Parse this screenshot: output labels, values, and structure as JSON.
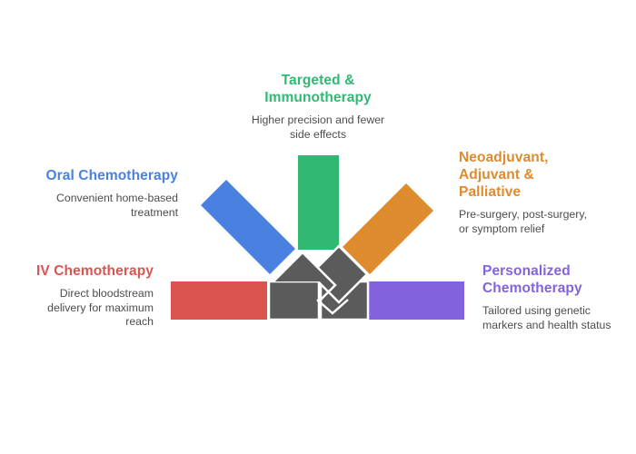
{
  "colors": {
    "background": "#FFFFFF",
    "red": "#DC5450",
    "blue": "#4A80E0",
    "green": "#31B873",
    "orange": "#DE8A2F",
    "purple": "#8363DD",
    "center_gray": "#5B5B5B",
    "knot_line": "#FFFFFF",
    "desc_text": "#4D4D4D"
  },
  "sections": {
    "targeted": {
      "title_lines": [
        "Targeted &",
        "Immunotherapy"
      ],
      "desc_lines": [
        "Higher precision and fewer",
        "side effects"
      ]
    },
    "oral": {
      "title_lines": [
        "Oral Chemotherapy"
      ],
      "desc_lines": [
        "Convenient home-based",
        "treatment"
      ]
    },
    "neoadjuvant": {
      "title_lines": [
        "Neoadjuvant,",
        "Adjuvant &",
        "Palliative"
      ],
      "desc_lines": [
        "Pre-surgery, post-surgery,",
        "or symptom relief"
      ]
    },
    "iv": {
      "title_lines": [
        "IV Chemotherapy"
      ],
      "desc_lines": [
        "Direct bloodstream",
        "delivery for maximum",
        "reach"
      ]
    },
    "personalized": {
      "title_lines": [
        "Personalized",
        "Chemotherapy"
      ],
      "desc_lines": [
        "Tailored using genetic",
        "markers and health status"
      ]
    }
  }
}
